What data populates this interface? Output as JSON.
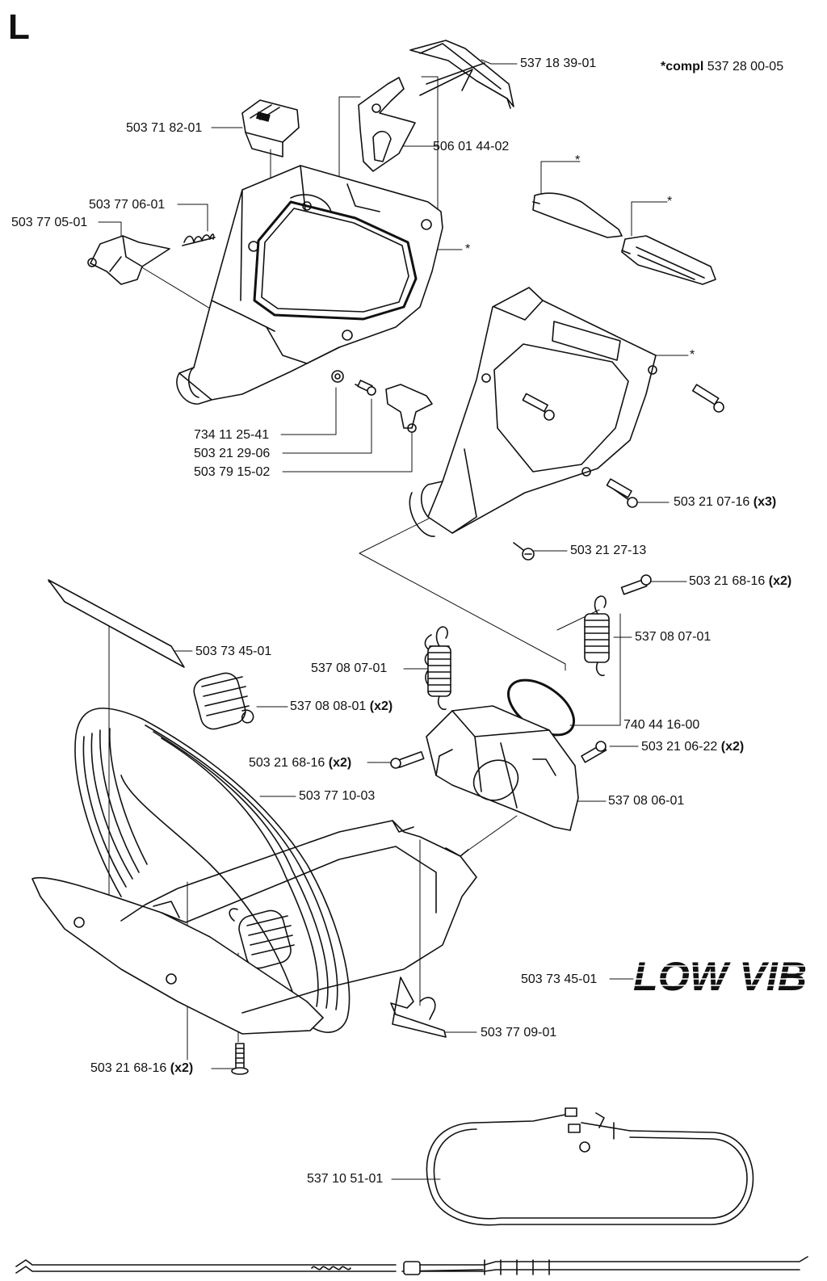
{
  "section_letter": "L",
  "compl_note": {
    "prefix": "*compl",
    "number": "537 28 00-05"
  },
  "asterisk": "*",
  "logo_text": "LOW VIB",
  "parts": {
    "p537183901": {
      "num": "537 18 39-01",
      "qty": ""
    },
    "p503718201": {
      "num": "503 71 82-01",
      "qty": ""
    },
    "p506014402": {
      "num": "506 01 44-02",
      "qty": ""
    },
    "p503770601": {
      "num": "503 77 06-01",
      "qty": ""
    },
    "p503770501": {
      "num": "503 77 05-01",
      "qty": ""
    },
    "p734112541": {
      "num": "734 11 25-41",
      "qty": ""
    },
    "p503212906": {
      "num": "503 21 29-06",
      "qty": ""
    },
    "p503791502": {
      "num": "503 79 15-02",
      "qty": ""
    },
    "p503210716": {
      "num": "503 21 07-16",
      "qty": "(x3)"
    },
    "p503212713": {
      "num": "503  21 27-13",
      "qty": ""
    },
    "p503216816a": {
      "num": "503 21 68-16",
      "qty": "(x2)"
    },
    "p537080701a": {
      "num": "537 08 07-01",
      "qty": ""
    },
    "p503734501a": {
      "num": "503 73 45-01",
      "qty": ""
    },
    "p537080701b": {
      "num": "537 08 07-01",
      "qty": ""
    },
    "p537080801": {
      "num": "537 08 08-01",
      "qty": "(x2)"
    },
    "p740441600": {
      "num": "740 44 16-00",
      "qty": ""
    },
    "p503216816b": {
      "num": "503 21 68-16",
      "qty": "(x2)"
    },
    "p503210622": {
      "num": "503 21 06-22",
      "qty": "(x2)"
    },
    "p503771003": {
      "num": "503 77 10-03",
      "qty": ""
    },
    "p537080601": {
      "num": "537 08 06-01",
      "qty": ""
    },
    "p503734501b": {
      "num": "503 73 45-01",
      "qty": ""
    },
    "p503770901": {
      "num": "503 77 09-01",
      "qty": ""
    },
    "p503216816c": {
      "num": "503 21 68-16",
      "qty": "(x2)"
    },
    "p537105101": {
      "num": "537 10 51-01",
      "qty": ""
    }
  }
}
